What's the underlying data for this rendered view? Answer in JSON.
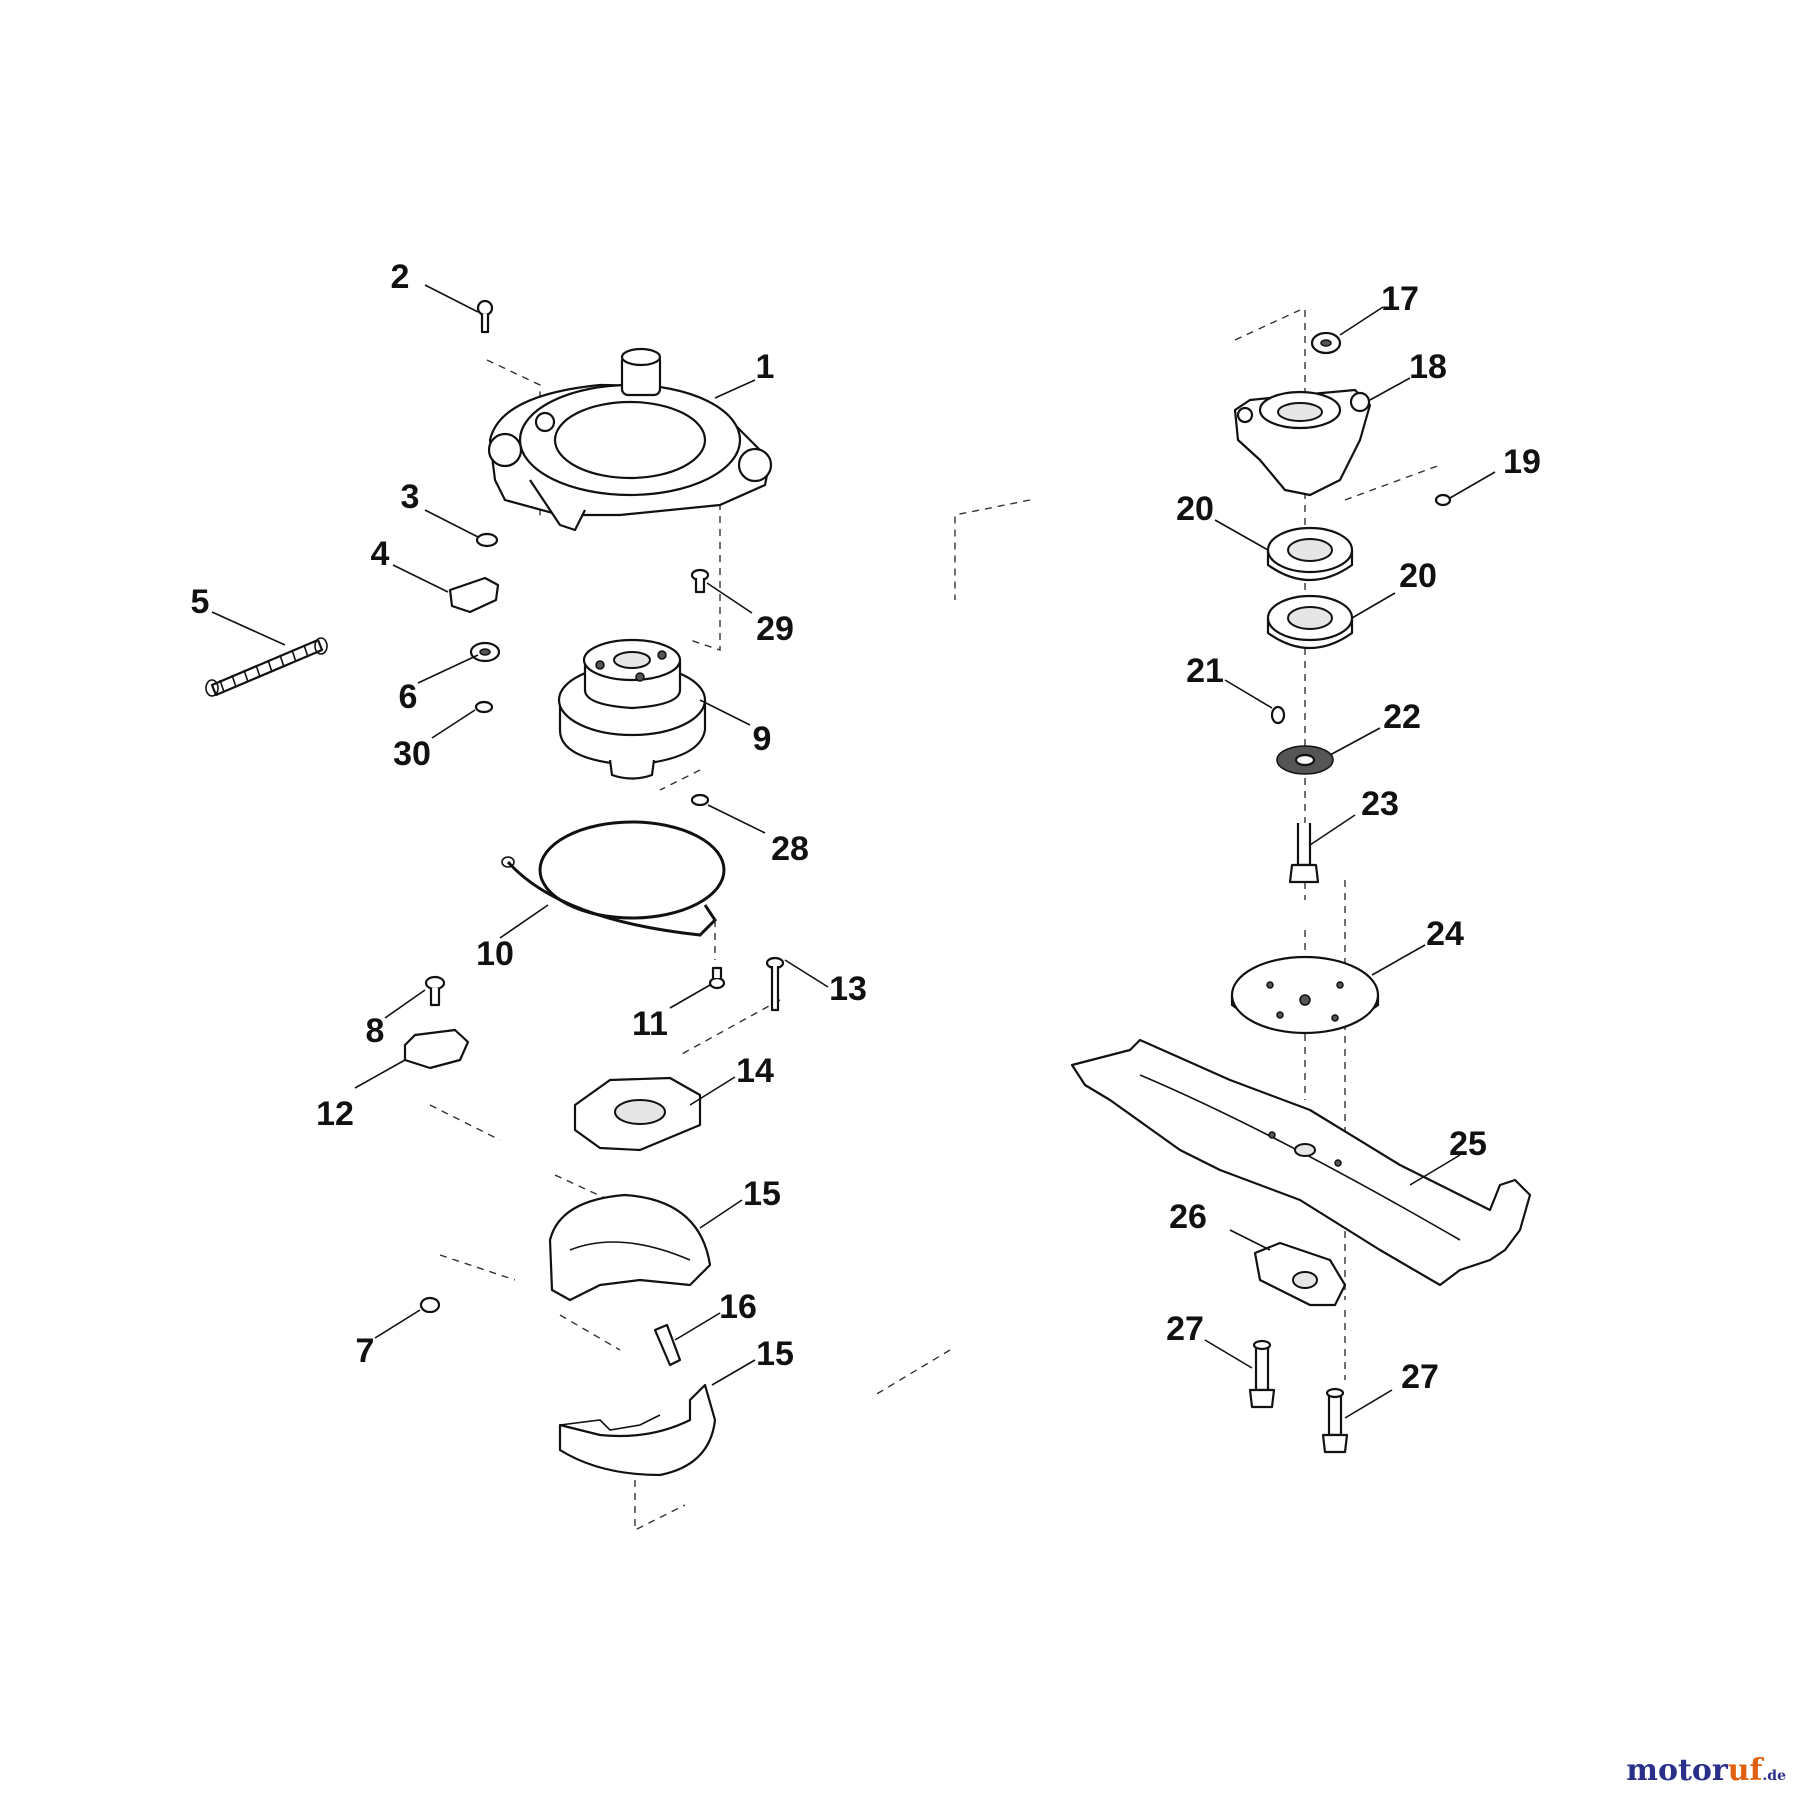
{
  "diagram": {
    "parts": [
      {
        "id": "1",
        "label": "1"
      },
      {
        "id": "2",
        "label": "2"
      },
      {
        "id": "3",
        "label": "3"
      },
      {
        "id": "4",
        "label": "4"
      },
      {
        "id": "5",
        "label": "5"
      },
      {
        "id": "6",
        "label": "6"
      },
      {
        "id": "7",
        "label": "7"
      },
      {
        "id": "8",
        "label": "8"
      },
      {
        "id": "9",
        "label": "9"
      },
      {
        "id": "10",
        "label": "10"
      },
      {
        "id": "11",
        "label": "11"
      },
      {
        "id": "12",
        "label": "12"
      },
      {
        "id": "13",
        "label": "13"
      },
      {
        "id": "14",
        "label": "14"
      },
      {
        "id": "15a",
        "label": "15"
      },
      {
        "id": "15b",
        "label": "15"
      },
      {
        "id": "16",
        "label": "16"
      },
      {
        "id": "17",
        "label": "17"
      },
      {
        "id": "18",
        "label": "18"
      },
      {
        "id": "19",
        "label": "19"
      },
      {
        "id": "20a",
        "label": "20"
      },
      {
        "id": "20b",
        "label": "20"
      },
      {
        "id": "21",
        "label": "21"
      },
      {
        "id": "22",
        "label": "22"
      },
      {
        "id": "23",
        "label": "23"
      },
      {
        "id": "24",
        "label": "24"
      },
      {
        "id": "25",
        "label": "25"
      },
      {
        "id": "26",
        "label": "26"
      },
      {
        "id": "27a",
        "label": "27"
      },
      {
        "id": "27b",
        "label": "27"
      },
      {
        "id": "28",
        "label": "28"
      },
      {
        "id": "29",
        "label": "29"
      },
      {
        "id": "30",
        "label": "30"
      }
    ]
  },
  "watermark": {
    "brand_main": "motor",
    "brand_accent": "uf",
    "tld": ".de"
  }
}
